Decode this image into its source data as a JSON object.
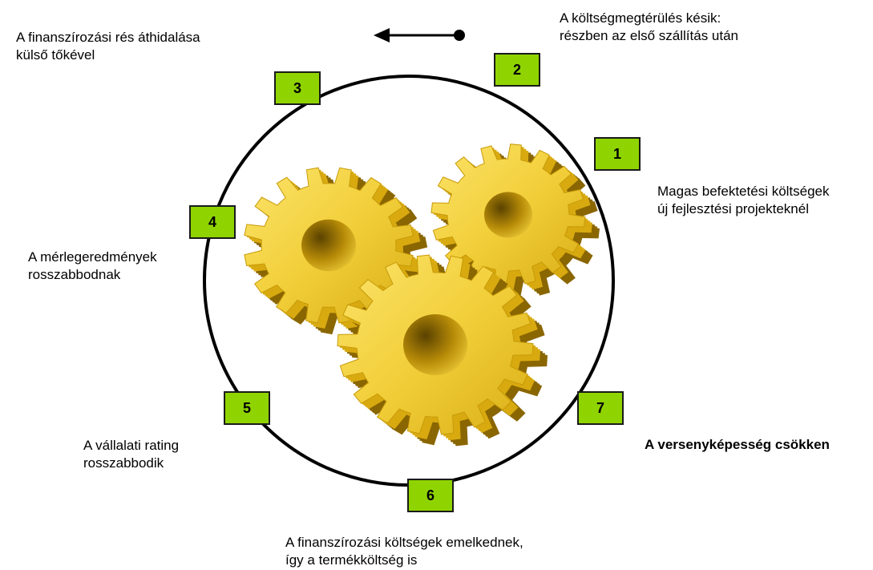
{
  "steps": [
    {
      "number": "1",
      "text": "Magas befektetési költségek\núj fejlesztési projekteknél",
      "bold": false
    },
    {
      "number": "2",
      "text": "A költségmegtérülés késik:\nrészben az első szállítás után",
      "bold": false
    },
    {
      "number": "3",
      "text": "A finanszírozási rés áthidalása\nkülső tőkével",
      "bold": false
    },
    {
      "number": "4",
      "text": "A mérlegeredmények\nrosszabbodnak",
      "bold": false
    },
    {
      "number": "5",
      "text": "A vállalati rating\nrosszabbodik",
      "bold": false
    },
    {
      "number": "6",
      "text": "A finanszírozási költségek emelkednek,\nígy a termékköltség is",
      "bold": false
    },
    {
      "number": "7",
      "text": "A versenyképesség csökken",
      "bold": true
    }
  ],
  "colors": {
    "box_fill": "#8fd400",
    "box_border": "#1a1a1a",
    "gear_light": "#f2cf3a",
    "gear_mid": "#d8aa10",
    "gear_dark": "#8a6600",
    "circle": "#000000"
  },
  "arrow_direction": "left",
  "icons": [
    "gear-icon",
    "gear-icon",
    "gear-icon",
    "arrow-left-icon"
  ]
}
